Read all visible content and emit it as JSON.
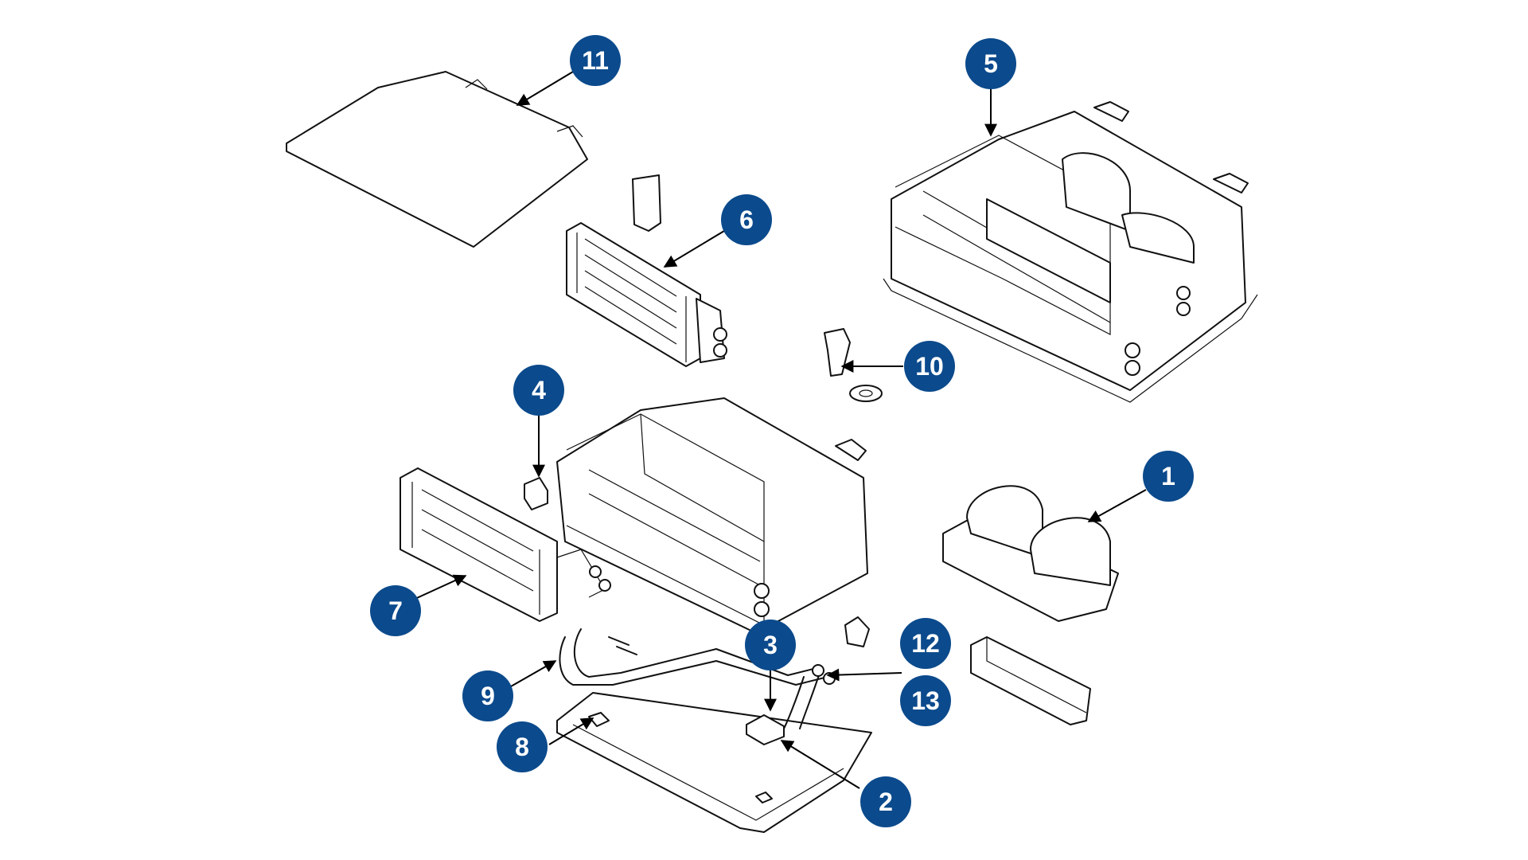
{
  "accent_color": "#0b4a8c",
  "callouts": [
    {
      "id": "1",
      "label": "1"
    },
    {
      "id": "2",
      "label": "2"
    },
    {
      "id": "3",
      "label": "3"
    },
    {
      "id": "4",
      "label": "4"
    },
    {
      "id": "5",
      "label": "5"
    },
    {
      "id": "6",
      "label": "6"
    },
    {
      "id": "7",
      "label": "7"
    },
    {
      "id": "8",
      "label": "8"
    },
    {
      "id": "9",
      "label": "9"
    },
    {
      "id": "10",
      "label": "10"
    },
    {
      "id": "11",
      "label": "11"
    },
    {
      "id": "12",
      "label": "12"
    },
    {
      "id": "13",
      "label": "13"
    }
  ]
}
